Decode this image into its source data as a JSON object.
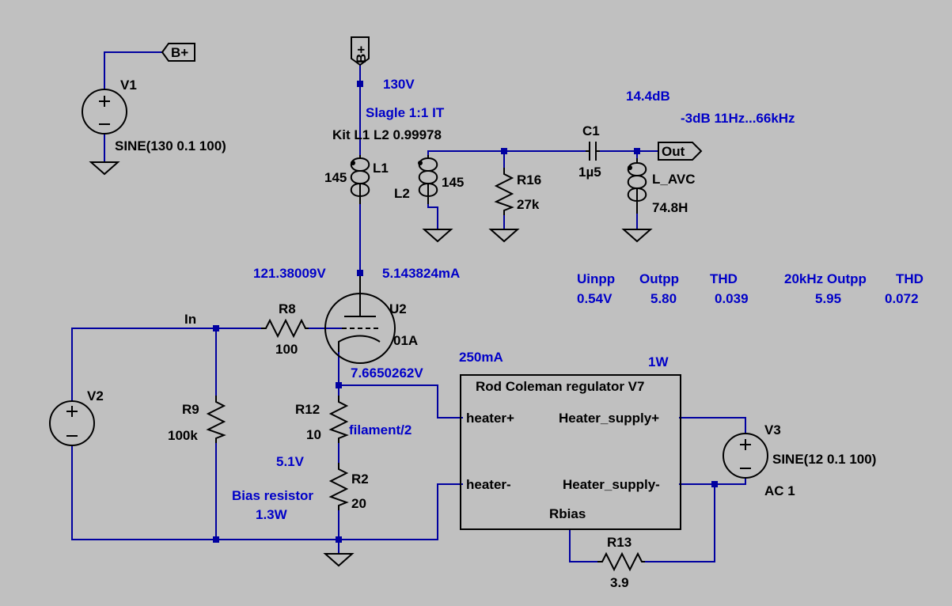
{
  "components": {
    "v1": {
      "name": "V1",
      "value": "SINE(130 0.1 100)"
    },
    "v2": {
      "name": "V2"
    },
    "v3": {
      "name": "V3",
      "value": "SINE(12 0.1 100)",
      "extra": "AC 1"
    },
    "l1": {
      "name": "L1",
      "value": "145"
    },
    "l2": {
      "name": "L2",
      "value": "145"
    },
    "l_avc": {
      "name": "L_AVC",
      "value": "74.8H"
    },
    "c1": {
      "name": "C1",
      "value": "1µ5"
    },
    "r16": {
      "name": "R16",
      "value": "27k"
    },
    "r8": {
      "name": "R8",
      "value": "100"
    },
    "r9": {
      "name": "R9",
      "value": "100k"
    },
    "r12": {
      "name": "R12",
      "value": "10"
    },
    "r2": {
      "name": "R2",
      "value": "20"
    },
    "r13": {
      "name": "R13",
      "value": "3.9"
    },
    "u2": {
      "name": "U2",
      "value": "01A"
    },
    "kit": "Kit L1 L2  0.99978",
    "regulator": {
      "title": "Rod Coleman regulator V7",
      "heater_plus": "heater+",
      "heater_minus": "heater-",
      "supply_plus": "Heater_supply+",
      "supply_minus": "Heater_supply-",
      "rbias": "Rbias"
    }
  },
  "nets": {
    "bplus": "B+",
    "out": "Out",
    "in": "In"
  },
  "annotations": {
    "v130": "130V",
    "slagle": "Slagle 1:1 IT",
    "gain": "14.4dB",
    "bandwidth": "-3dB  11Hz...66kHz",
    "plate_v": "121.38009V",
    "plate_i": "5.143824mA",
    "fil_v": "7.6650262V",
    "fil_i": "250mA",
    "power": "1W",
    "filament_half": "filament/2",
    "bias_v": "5.1V",
    "bias_res": "Bias resistor",
    "bias_pwr": "1.3W"
  },
  "measurements": {
    "headers": [
      "Uinpp",
      "Outpp",
      "THD",
      "20kHz Outpp",
      "THD"
    ],
    "values": [
      "0.54V",
      "5.80",
      "0.039",
      "5.95",
      "0.072"
    ]
  }
}
